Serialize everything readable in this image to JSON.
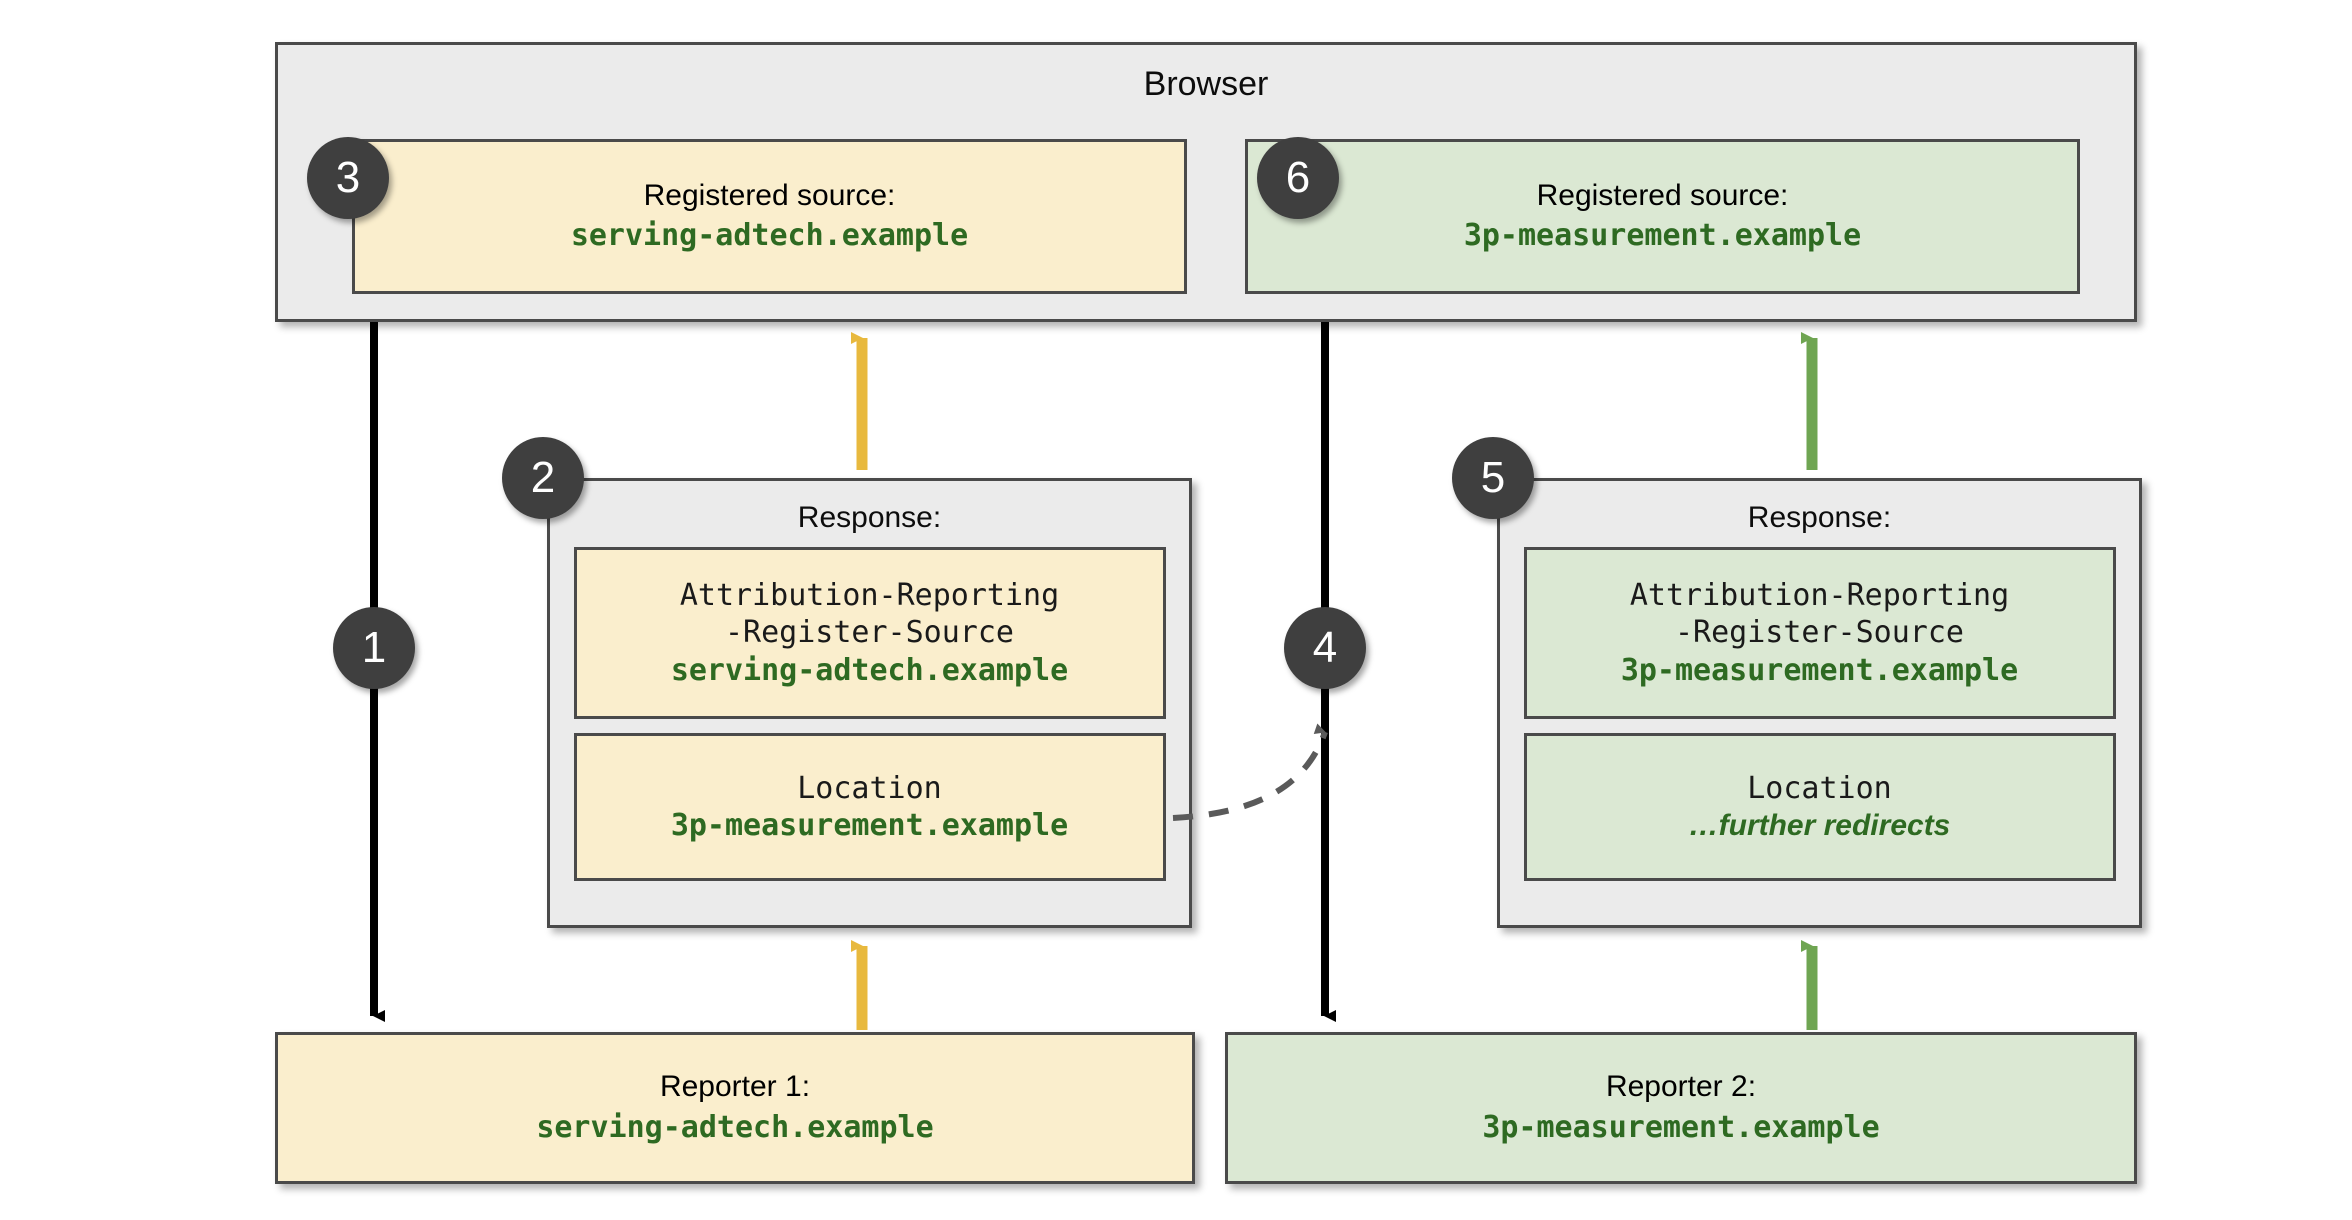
{
  "browser": {
    "title": "Browser",
    "registered_sources": [
      {
        "badge": "3",
        "label": "Registered source:",
        "value": "serving-adtech.example",
        "color": "yellow",
        "accent": "#faeecd"
      },
      {
        "badge": "6",
        "label": "Registered source:",
        "value": "3p-measurement.example",
        "color": "green",
        "accent": "#dbe8d3"
      }
    ]
  },
  "responses": [
    {
      "badge": "2",
      "label": "Response:",
      "color": "yellow",
      "headers": [
        {
          "name_line_1": "Attribution-Reporting",
          "name_line_2": "-Register-Source",
          "value": "serving-adtech.example",
          "value_style": "mono"
        },
        {
          "name_line_1": "Location",
          "name_line_2": "",
          "value": "3p-measurement.example",
          "value_style": "mono"
        }
      ]
    },
    {
      "badge": "5",
      "label": "Response:",
      "color": "green",
      "headers": [
        {
          "name_line_1": "Attribution-Reporting",
          "name_line_2": "-Register-Source",
          "value": "3p-measurement.example",
          "value_style": "mono"
        },
        {
          "name_line_1": "Location",
          "name_line_2": "",
          "value": "…further redirects",
          "value_style": "italic"
        }
      ]
    }
  ],
  "reporters": [
    {
      "label": "Reporter 1:",
      "value": "serving-adtech.example",
      "color": "yellow"
    },
    {
      "label": "Reporter 2:",
      "value": "3p-measurement.example",
      "color": "green"
    }
  ],
  "badges": {
    "one": "1",
    "two": "2",
    "three": "3",
    "four": "4",
    "five": "5",
    "six": "6"
  },
  "colors": {
    "yellow_fill": "#faeecd",
    "green_fill": "#dbe8d3",
    "grey_fill": "#ebebeb",
    "border": "#4a4a4a",
    "badge_fill": "#3f3f3f",
    "mono_text": "#2e6a22",
    "yellow_arrow": "#e8b93e",
    "green_arrow": "#6fa552",
    "black_arrow": "#000000",
    "dashed_arrow": "#5a5a5a"
  }
}
